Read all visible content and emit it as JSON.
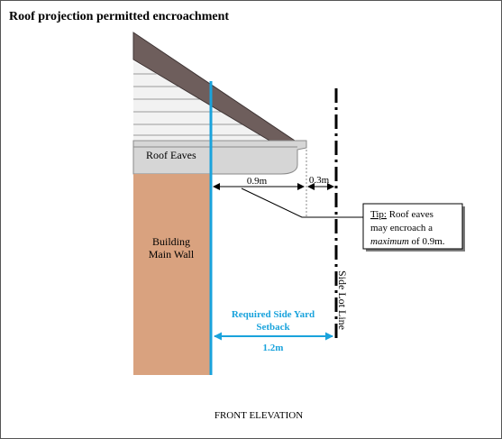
{
  "title": "Roof projection permitted encroachment",
  "labels": {
    "roof_eaves": "Roof Eaves",
    "wall_line1": "Building",
    "wall_line2": "Main Wall",
    "dim_eave": "0.9m",
    "dim_gap": "0.3m",
    "setback_line1": "Required Side Yard",
    "setback_line2": "Setback",
    "setback_dim": "1.2m",
    "side_lot_line": "Side Lot Line",
    "footer": "FRONT ELEVATION"
  },
  "tip": {
    "label": "Tip:",
    "line1_rest": " Roof eaves",
    "line2": "may encroach a",
    "line3_italic": "maximum",
    "line3_rest": " of 0.9m."
  },
  "colors": {
    "wall": "#d9a27f",
    "roof": "#6e5e5c",
    "siding": "#f2f2f2",
    "fascia": "#d6d6d6",
    "setback_blue": "#1aa3dc",
    "line": "#000000"
  }
}
